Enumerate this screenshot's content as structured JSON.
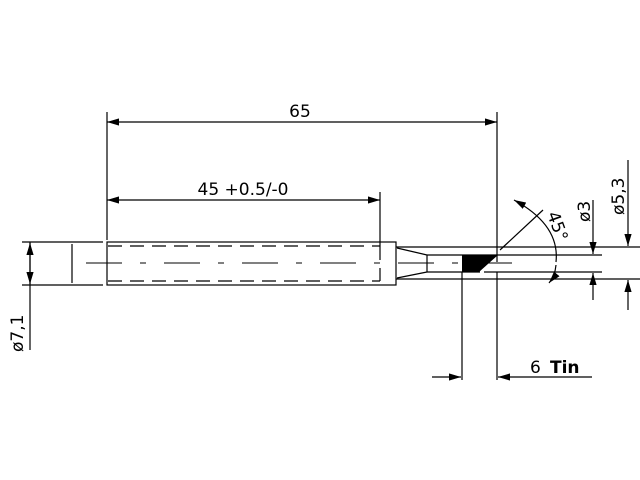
{
  "drawing": {
    "dim_overall_length": "65",
    "dim_shank_length": "45 +0.5/-0",
    "dim_shank_diameter": "ø7,1",
    "dim_tip_diameter": "ø3",
    "dim_outer_tip_diameter": "ø5,3",
    "dim_angle": "45°",
    "dim_tin_length": "6",
    "tin_label": "Tin"
  }
}
